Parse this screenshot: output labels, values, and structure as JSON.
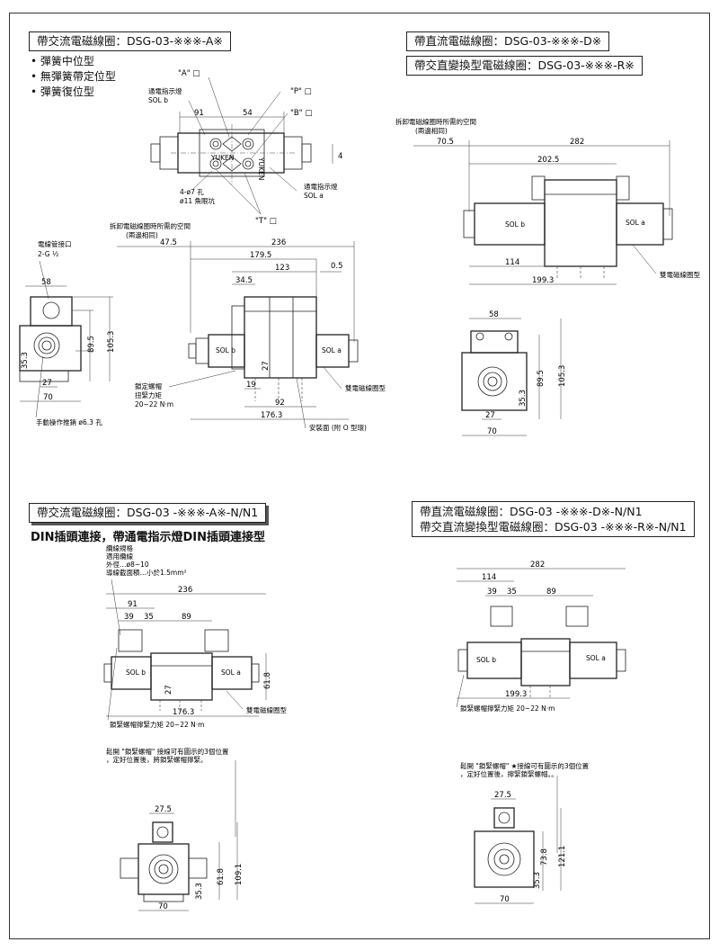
{
  "headers": {
    "ac_top": "帶交流電磁線圈：DSG-03-※※※-A※",
    "dc_top": "帶直流電磁線圈：DSG-03-※※※-D※",
    "acdc_top": "帶交直變換型電磁線圈：DSG-03-※※※-R※",
    "ac_din": "帶交流電磁線圈：DSG-03 -※※※-A※-N/N1",
    "dc_din_1": "帶直流電磁線圈：DSG-03 -※※※-D※-N/N1",
    "dc_din_2": "帶交直流變換型電磁線圈：DSG-03 -※※※-R※-N/N1"
  },
  "bullets": [
    "彈簧中位型",
    "無彈簧帶定位型",
    "彈簧復位型"
  ],
  "din_subtitle": "DIN插頭連接，帶通電指示燈DIN插頭連接型",
  "top_view": {
    "port_a": "\"A\" □",
    "port_p": "\"P\" □",
    "port_b": "\"B\" □",
    "port_t": "\"T\" □",
    "indicator_b": "通電指示燈",
    "sol_b": "SOL b",
    "indicator_a": "通電指示燈",
    "sol_a": "SOL a",
    "hole_1": "4-ø7 孔",
    "hole_2": "ø11 魚眼坑",
    "dim_91": "91",
    "dim_54": "54",
    "dim_4": "4",
    "brand": "YUKEN"
  },
  "ac_side": {
    "coil_space_1": "拆卸電磁線圈時所需的空間",
    "coil_space_2": "(兩邊相同)",
    "conduit_1": "電線管接口",
    "conduit_2": "2-G ½",
    "dim_58": "58",
    "dim_89_5": "89.5",
    "dim_105_3": "105.3",
    "dim_35_3": "35.3",
    "dim_27": "27",
    "dim_70": "70",
    "manual_pin": "手動操作推銷 ø6.3 孔",
    "dim_47_5": "47.5",
    "dim_236": "236",
    "dim_179_5": "179.5",
    "dim_123": "123",
    "dim_0_5": "0.5",
    "dim_34_5": "34.5",
    "sol_b": "SOL b",
    "sol_a": "SOL a",
    "dim_27b": "27",
    "dim_19": "19",
    "dim_92": "92",
    "dim_176_3": "176.3",
    "double_coil": "雙電磁線圈型",
    "mount_face": "安裝面 (附 O 型環)",
    "bolt_1": "鎖定螺帽",
    "bolt_2": "扭緊力矩",
    "bolt_3": "20~22 N·m"
  },
  "dc_side": {
    "coil_space_1": "拆卸電磁線圈時所需的空間",
    "coil_space_2": "(兩邊相同)",
    "dim_70_5": "70.5",
    "dim_282": "282",
    "dim_202_5": "202.5",
    "sol_b": "SOL b",
    "sol_a": "SOL a",
    "dim_114": "114",
    "dim_199_3": "199.3",
    "double_coil": "雙電磁線圈型",
    "dim_58": "58",
    "dim_89_5": "89.5",
    "dim_105_3": "105.3",
    "dim_35_3": "35.3",
    "dim_27": "27",
    "dim_70": "70"
  },
  "ac_din_view": {
    "cable_1": "纜線規格",
    "cable_2": "適用纜線",
    "cable_3": "外徑…ø8~10",
    "cable_4": "導線截面積…小於1.5mm²",
    "dim_236": "236",
    "dim_91": "91",
    "dim_39": "39",
    "dim_35": "35",
    "dim_89": "89",
    "sol_b": "SOL b",
    "sol_a": "SOL a",
    "dim_27": "27",
    "dim_61_8": "61.8",
    "dim_176_3": "176.3",
    "double_coil": "雙電磁線圈型",
    "torque": "鎖緊螺帽擰緊力矩 20~22 N·m",
    "note_1": "鬆開 \"鎖緊螺帽\" 接線可有圖示的3個位置",
    "note_2": "，定好位置後，將鎖緊螺帽擰緊。",
    "dim_27_5": "27.5",
    "dim_61_8b": "61.8",
    "dim_109_1": "109.1",
    "dim_35_3": "35.3",
    "dim_70": "70"
  },
  "dc_din_view": {
    "dim_282": "282",
    "dim_114": "114",
    "dim_39": "39",
    "dim_35": "35",
    "dim_89": "89",
    "sol_b": "SOL b",
    "sol_a": "SOL a",
    "dim_199_3": "199.3",
    "torque": "鎖緊螺帽擰緊力矩 20~22 N·m",
    "note_1": "鬆開 \"鎖緊螺帽\" ★接線可有圖示的3個位置",
    "note_2": "，定好位置後，擰緊鎖緊螺帽。。",
    "dim_27_5": "27.5",
    "dim_73_8": "73.8",
    "dim_121_1": "121.1",
    "dim_35_3": "35.3",
    "dim_70": "70"
  }
}
